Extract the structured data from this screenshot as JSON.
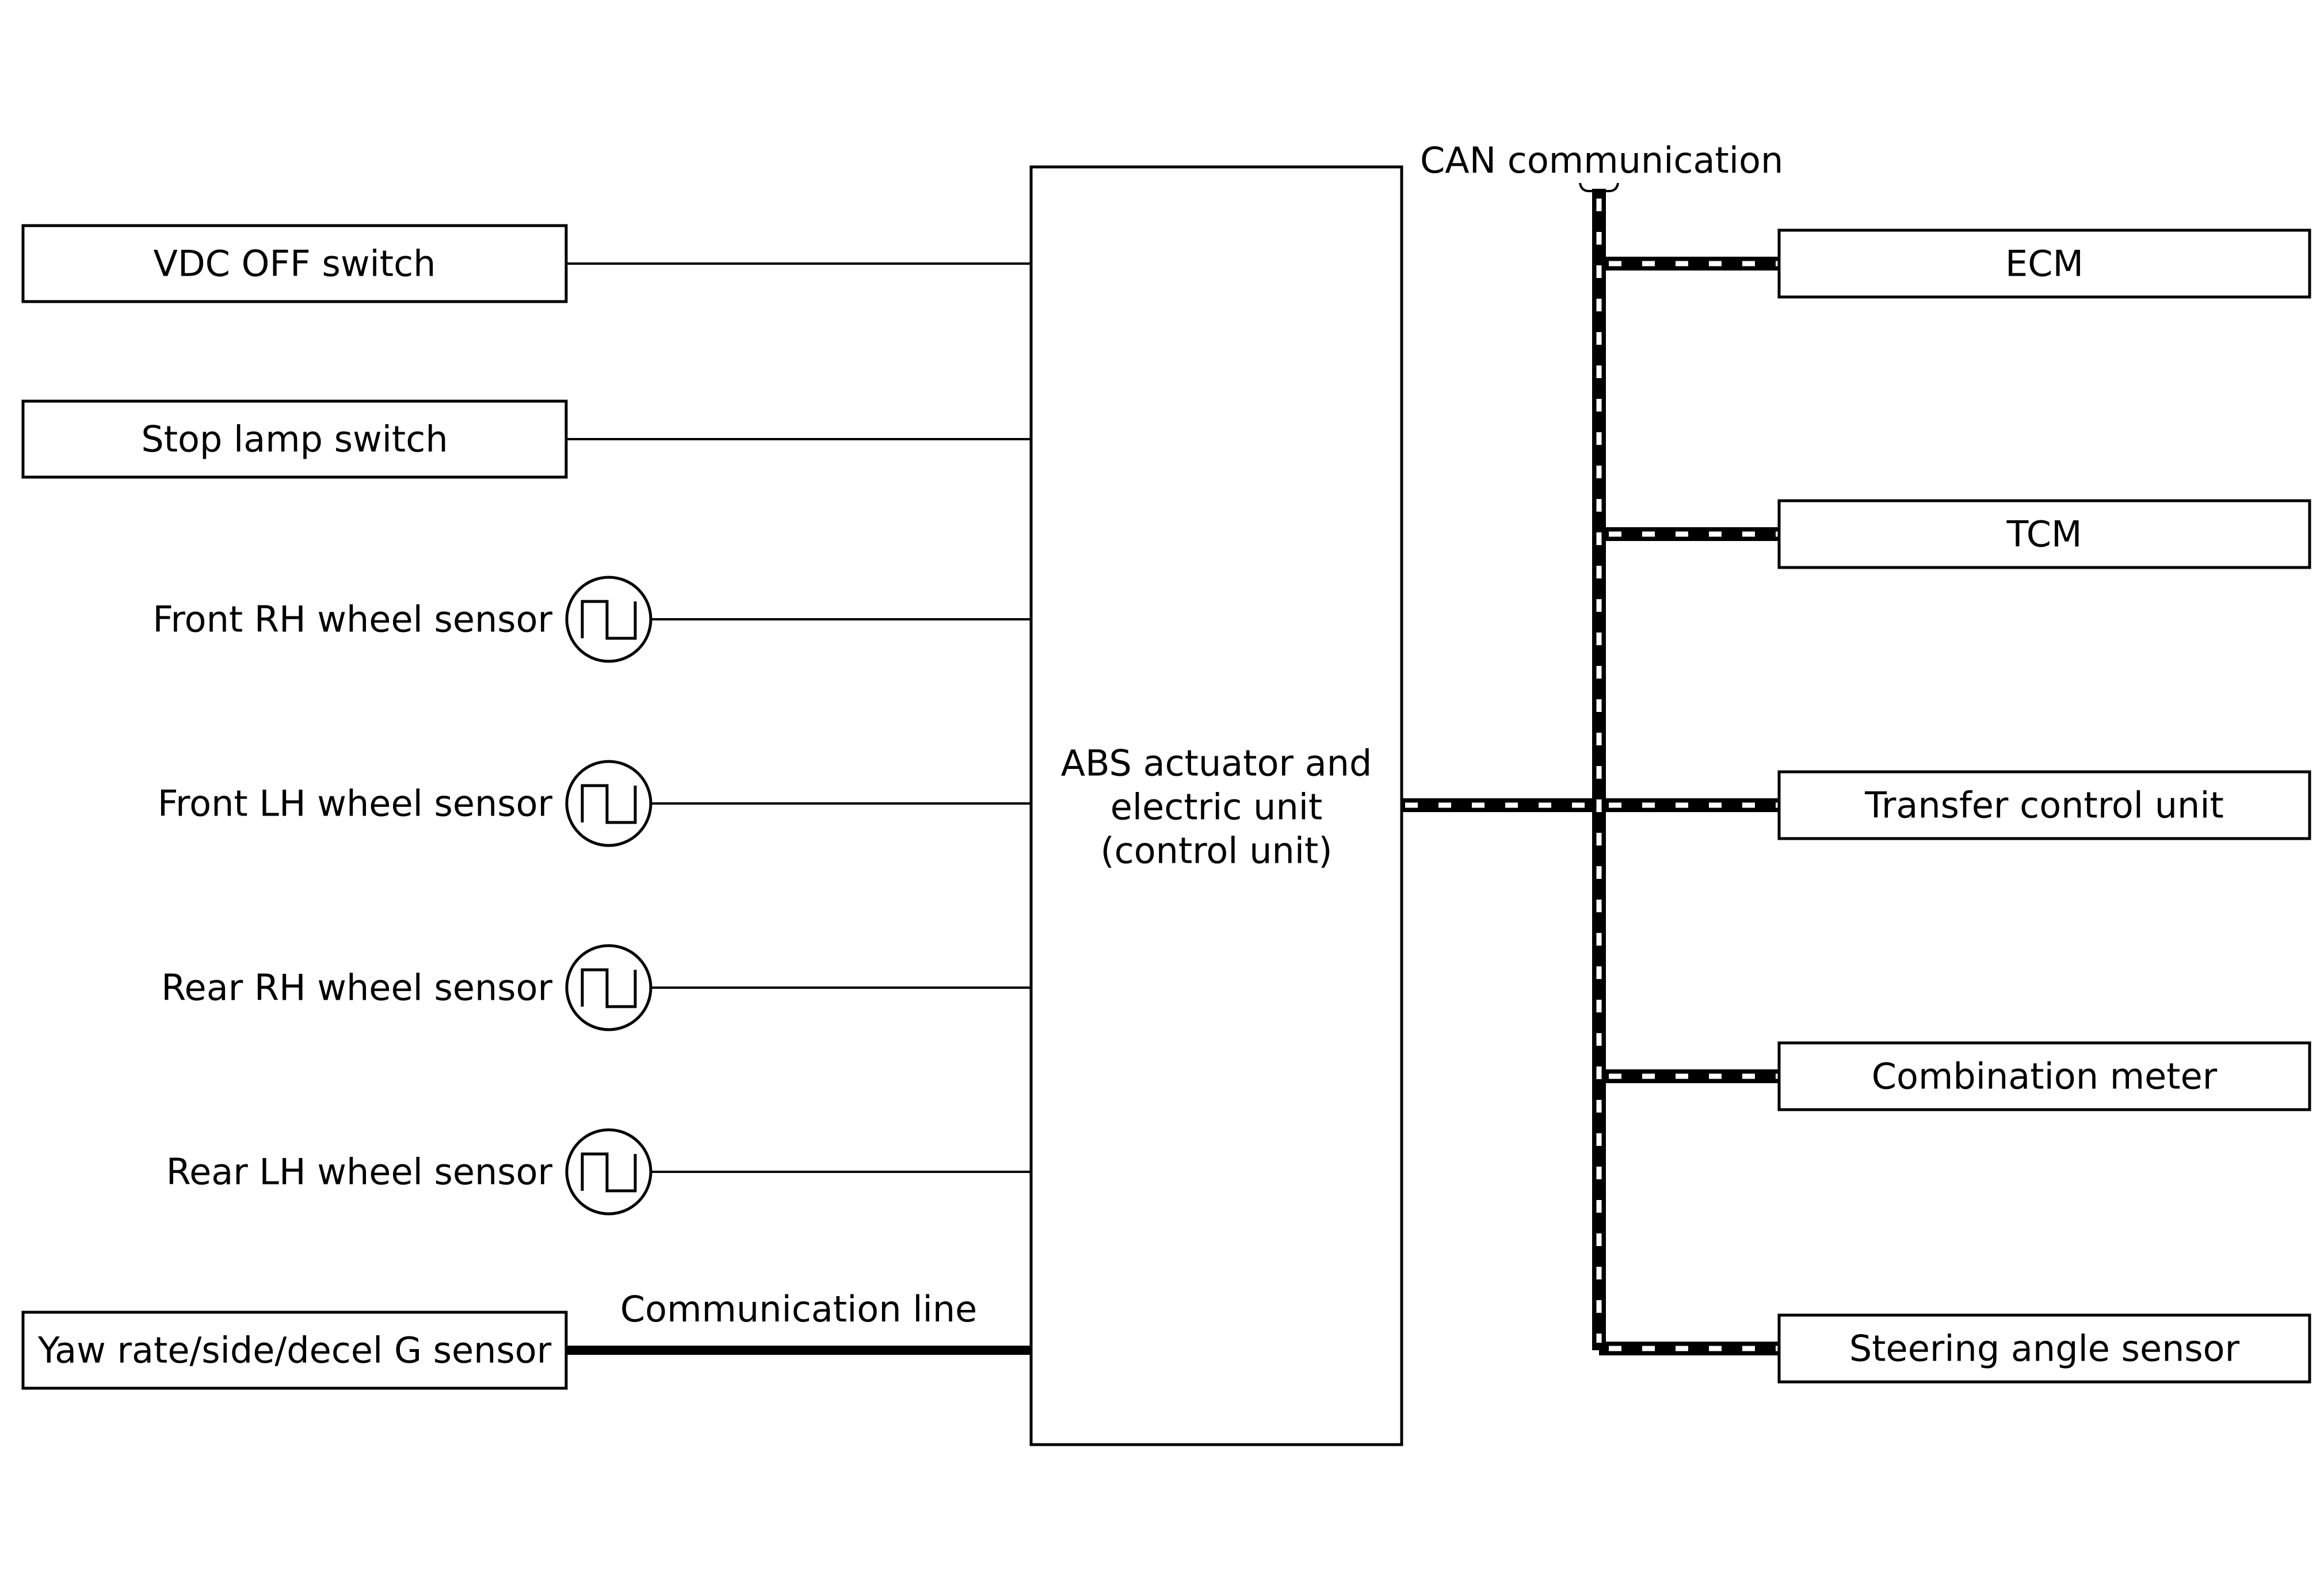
{
  "inputs": {
    "vdc_off_switch": "VDC OFF switch",
    "stop_lamp_switch": "Stop lamp switch",
    "front_rh_wheel_sensor": "Front RH wheel sensor",
    "front_lh_wheel_sensor": "Front LH wheel sensor",
    "rear_rh_wheel_sensor": "Rear RH wheel sensor",
    "rear_lh_wheel_sensor": "Rear LH wheel sensor",
    "yaw_rate_sensor": "Yaw rate/side/decel G sensor"
  },
  "communication_line_label": "Communication line",
  "control_unit": {
    "line1": "ABS actuator and",
    "line2": "electric unit",
    "line3": "(control unit)"
  },
  "can_label": "CAN communication",
  "can_nodes": {
    "ecm": "ECM",
    "tcm": "TCM",
    "transfer_control_unit": "Transfer control unit",
    "combination_meter": "Combination meter",
    "steering_angle_sensor": "Steering angle sensor"
  }
}
